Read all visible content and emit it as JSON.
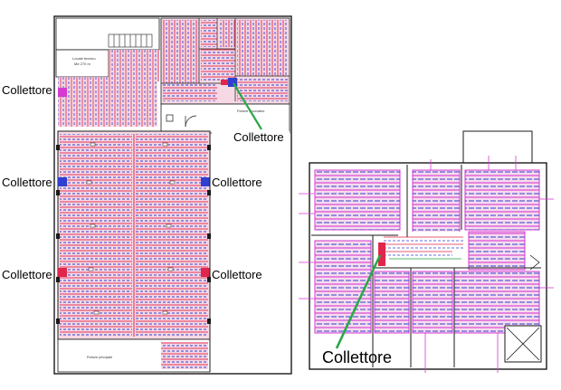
{
  "labels": {
    "collector": "Collettore",
    "left_room_tag": "Locale tecnico\nMe 270 m",
    "entrance_side": "Portone principale",
    "entrance_top": "Portone secondario"
  },
  "colors": {
    "wall": "#1a1a1a",
    "room_fill": "#f6d9e4",
    "pipe_red": "#e0264b",
    "pipe_blue": "#2e3fd1",
    "pipe_magenta": "#d63ad0",
    "pipe_green": "#1f9f3a",
    "arrow_green": "#2aa848"
  }
}
